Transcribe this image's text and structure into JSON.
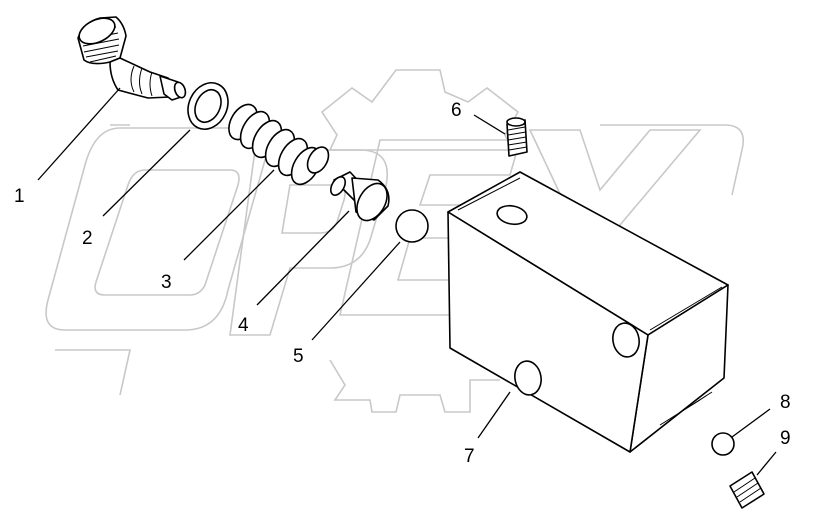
{
  "watermark": {
    "text": "OPEX",
    "color": "#c8c8c8"
  },
  "corner_mark": "",
  "callouts": [
    {
      "id": "1",
      "label": "1"
    },
    {
      "id": "2",
      "label": "2"
    },
    {
      "id": "3",
      "label": "3"
    },
    {
      "id": "4",
      "label": "4"
    },
    {
      "id": "5",
      "label": "5"
    },
    {
      "id": "6",
      "label": "6"
    },
    {
      "id": "7",
      "label": "7"
    },
    {
      "id": "8",
      "label": "8"
    },
    {
      "id": "9",
      "label": "9"
    }
  ],
  "parts": [
    {
      "callout": "1",
      "icon": "threaded-plug-valve-body"
    },
    {
      "callout": "2",
      "icon": "o-ring"
    },
    {
      "callout": "3",
      "icon": "coil-spring"
    },
    {
      "callout": "4",
      "icon": "poppet"
    },
    {
      "callout": "5",
      "icon": "ball"
    },
    {
      "callout": "6",
      "icon": "set-screw"
    },
    {
      "callout": "7",
      "icon": "valve-block"
    },
    {
      "callout": "8",
      "icon": "ball"
    },
    {
      "callout": "9",
      "icon": "plug-screw"
    }
  ]
}
